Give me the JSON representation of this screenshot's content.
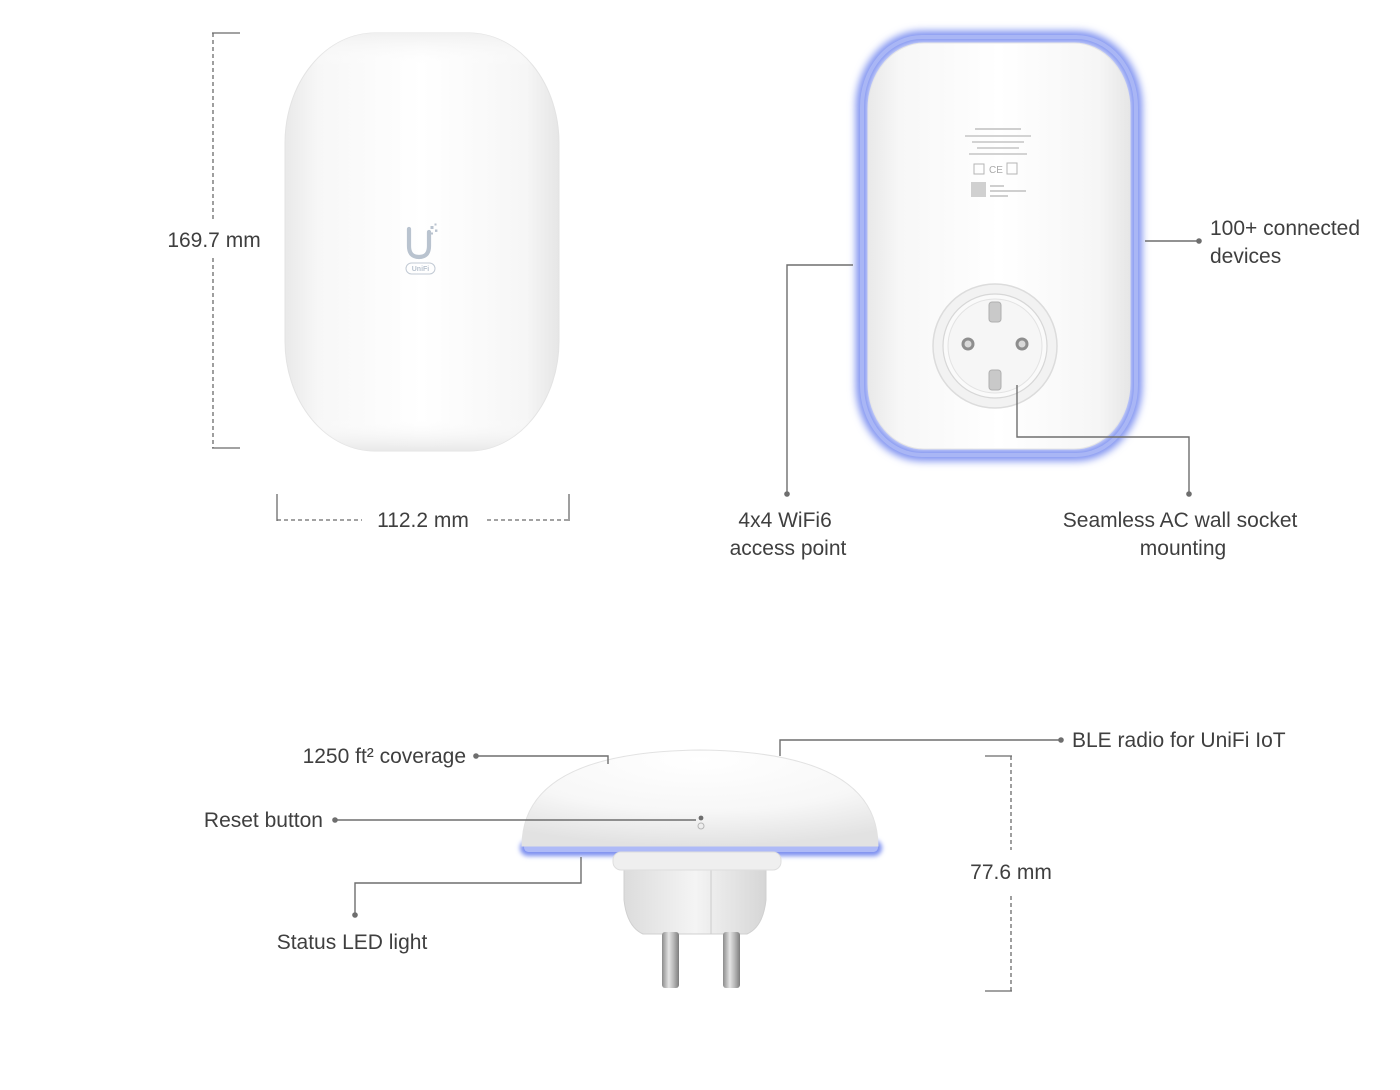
{
  "dimensions": {
    "height": "169.7 mm",
    "width": "112.2 mm",
    "depth": "77.6 mm"
  },
  "callouts": {
    "connected_devices": [
      "100+ connected",
      "devices"
    ],
    "wifi": [
      "4x4 WiFi6",
      "access point"
    ],
    "socket": [
      "Seamless AC wall socket",
      "mounting"
    ],
    "coverage": "1250 ft² coverage",
    "ble": "BLE radio for UniFi IoT",
    "reset": "Reset button",
    "status_led": "Status LED light"
  },
  "logo": {
    "badge_text": "UniFi"
  },
  "colors": {
    "led_glow": "#7b8ff0",
    "device_body": "#f7f7f7",
    "line": "#6e6e6e",
    "logo": "#b9c3cf"
  }
}
